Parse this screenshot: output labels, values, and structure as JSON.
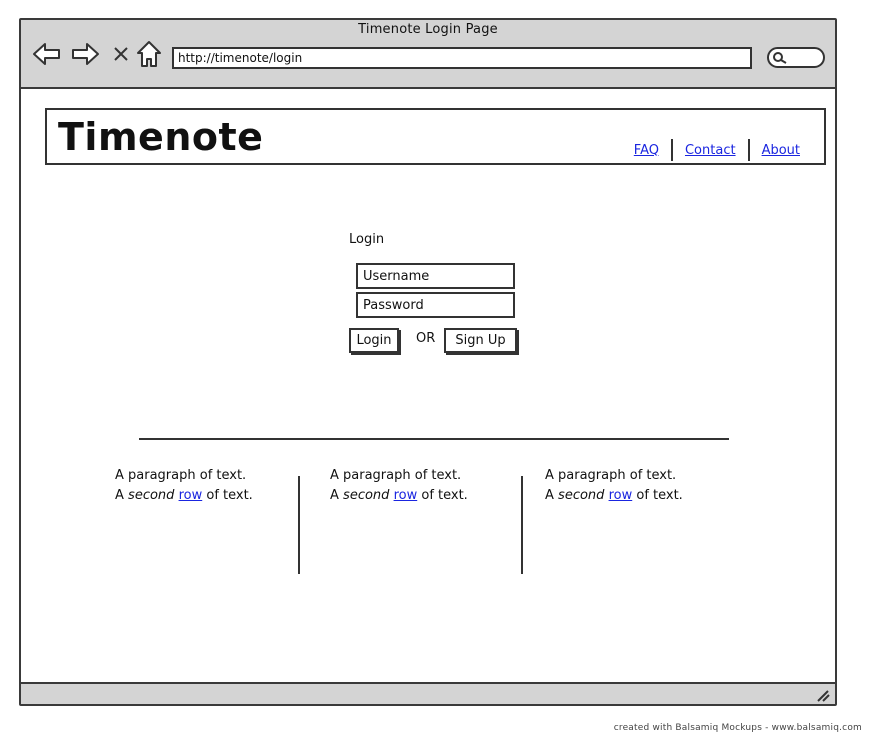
{
  "browser": {
    "window_title": "Timenote Login Page",
    "url": "http://timenote/login",
    "icons": {
      "back": "back-arrow-icon",
      "forward": "forward-arrow-icon",
      "close": "close-icon",
      "home": "home-icon",
      "search": "search-icon",
      "resize": "resize-grip-icon"
    }
  },
  "header": {
    "brand": "Timenote",
    "nav": [
      "FAQ",
      "Contact",
      "About"
    ]
  },
  "login": {
    "title": "Login",
    "username_placeholder": "Username",
    "password_placeholder": "Password",
    "login_button": "Login",
    "or_label": "OR",
    "signup_button": "Sign Up"
  },
  "columns": [
    {
      "line1": "A paragraph of text.",
      "a": "A",
      "second": "second",
      "row": "row",
      "tail": "of text."
    },
    {
      "line1": "A paragraph of text.",
      "a": "A",
      "second": "second",
      "row": "row",
      "tail": "of text."
    },
    {
      "line1": "A paragraph of text.",
      "a": "A",
      "second": "second",
      "row": "row",
      "tail": "of text."
    }
  ],
  "footer": {
    "credit": "created with Balsamiq Mockups - www.balsamiq.com"
  },
  "colors": {
    "chrome": "#d4d4d4",
    "link": "#1a25e0",
    "ink": "#111111"
  }
}
